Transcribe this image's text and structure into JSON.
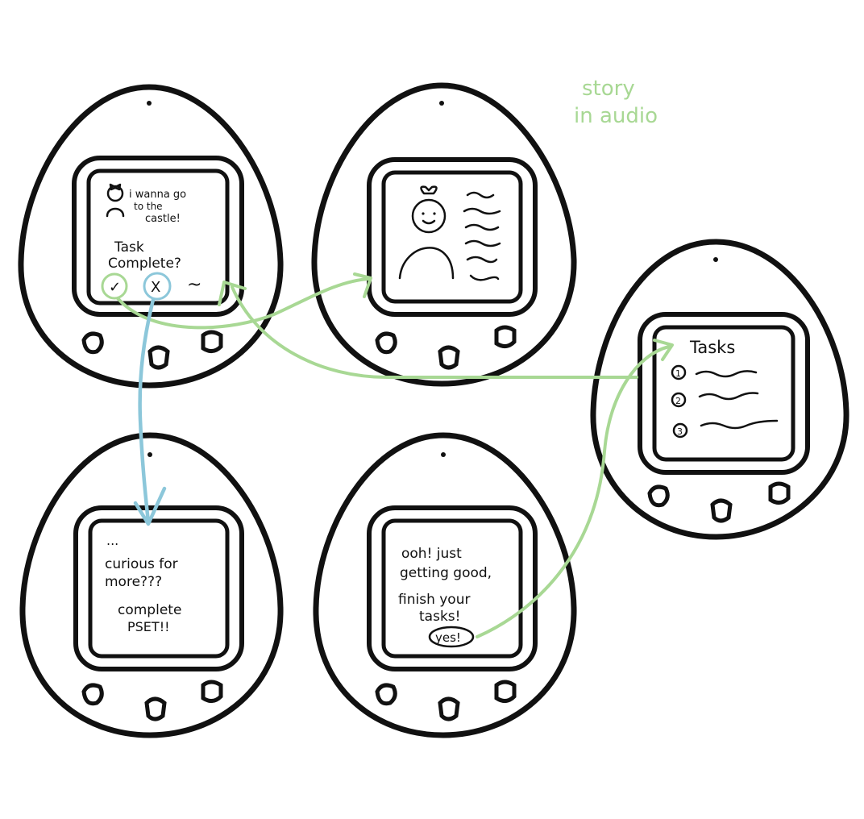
{
  "note": {
    "line1": "story",
    "line2": "in audio",
    "color": "#a8d894"
  },
  "devices": {
    "task_prompt": {
      "speech_line1": "i wanna go",
      "speech_line2": "to the",
      "speech_line3": "castle!",
      "question_line1": "Task",
      "question_line2": "Complete?",
      "options": [
        "✓",
        "X",
        "~"
      ]
    },
    "story_view": {
      "character": "character-with-bow",
      "text_lines": 6
    },
    "task_list": {
      "title": "Tasks",
      "items": [
        "1",
        "2",
        "3"
      ]
    },
    "incomplete_message": {
      "line1": "...",
      "line2": "curious for",
      "line3": "more???",
      "line4": "complete",
      "line5": "PSET!!"
    },
    "encourage_message": {
      "line1": "ooh! just",
      "line2": "getting good,",
      "line3": "finish your",
      "line4": "tasks!",
      "button": "yes!"
    }
  },
  "colors": {
    "green_arrow": "#a8d894",
    "blue_arrow": "#8cc7da",
    "ink": "#111111"
  }
}
